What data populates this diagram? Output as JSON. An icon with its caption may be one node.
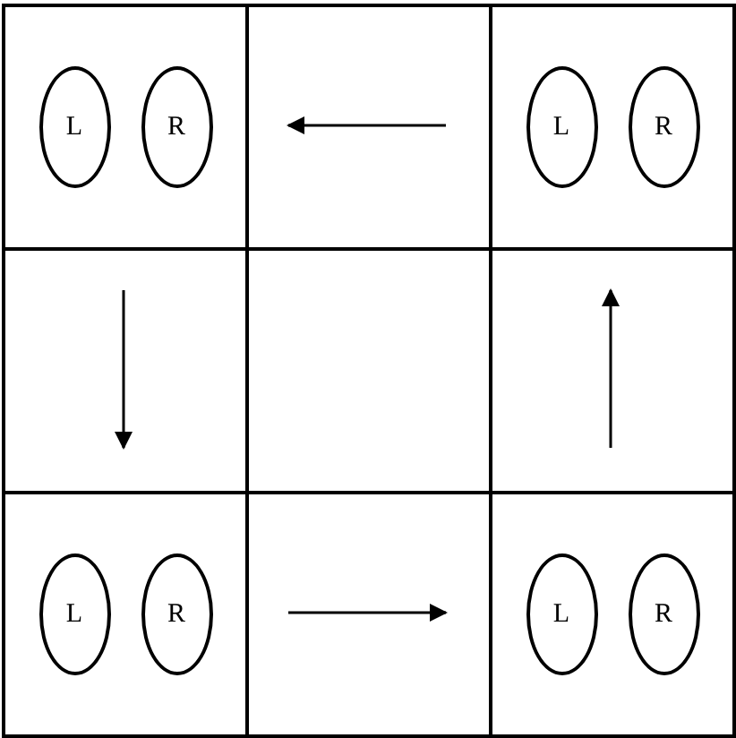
{
  "diagram": {
    "nodes": [
      {
        "text": [],
        "shape": "box"
      },
      {
        "text": [
          "L"
        ],
        "in": 0
      },
      {
        "text": [
          "R"
        ],
        "in": 0
      },
      {
        "text": [],
        "shape": "box"
      },
      {
        "text": [
          "L"
        ],
        "in": 3
      },
      {
        "text": [
          "R"
        ],
        "in": 3
      },
      {
        "text": [],
        "shape": "box"
      },
      {
        "text": [
          "L"
        ],
        "in": 6
      },
      {
        "text": [
          "R"
        ],
        "in": 6
      },
      {
        "text": [],
        "shape": "box"
      },
      {
        "text": [
          "L"
        ],
        "in": 9
      },
      {
        "text": [
          "R"
        ],
        "in": 9
      }
    ],
    "edges": [
      {
        "from": 3,
        "to": 0,
        "arrow": "to"
      },
      {
        "from": 0,
        "to": 6,
        "arrow": "to"
      },
      {
        "from": 6,
        "to": 9,
        "arrow": "to"
      },
      {
        "from": 9,
        "to": 3,
        "arrow": "to"
      }
    ]
  }
}
